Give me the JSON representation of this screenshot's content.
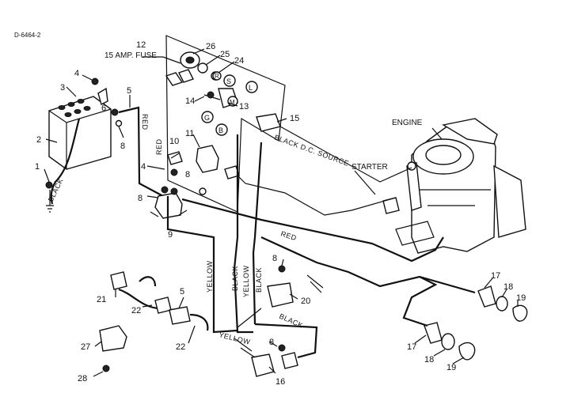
{
  "diagram_id": "D-6464-2",
  "components": {
    "engine": "ENGINE",
    "starter": "STARTER",
    "fuse": "15 AMP. FUSE"
  },
  "wire_labels": {
    "black_dc_source": "BLACK  D.C. SOURCE",
    "red_top": "RED",
    "red_left": "RED",
    "red_mid": "RED",
    "black_battery": "BLACK",
    "black_right": "BLACK",
    "yellow_1": "YELLOW",
    "yellow_2": "YELLOW",
    "yellow_bottom": "YELLOW",
    "black_v1": "BLACK",
    "black_v2": "BLACK"
  },
  "callouts": {
    "n1": "1",
    "n2": "2",
    "n3": "3",
    "n4a": "4",
    "n4b": "4",
    "n5a": "5",
    "n5b": "5",
    "n6": "6",
    "n8a": "8",
    "n8b": "8",
    "n8c": "8",
    "n8d": "8",
    "n8e": "8",
    "n9": "9",
    "n10": "10",
    "n11": "11",
    "n12": "12",
    "n13": "13",
    "n14": "14",
    "n15": "15",
    "n16": "16",
    "n17a": "17",
    "n17b": "17",
    "n18a": "18",
    "n18b": "18",
    "n19a": "19",
    "n19b": "19",
    "n20": "20",
    "n21": "21",
    "n22a": "22",
    "n22b": "22",
    "n24": "24",
    "n25": "25",
    "n26": "26",
    "n27": "27",
    "n28": "28"
  },
  "key_switch_positions": {
    "s": "S",
    "r": "R",
    "l": "L",
    "m": "M",
    "g": "G",
    "b": "B"
  }
}
